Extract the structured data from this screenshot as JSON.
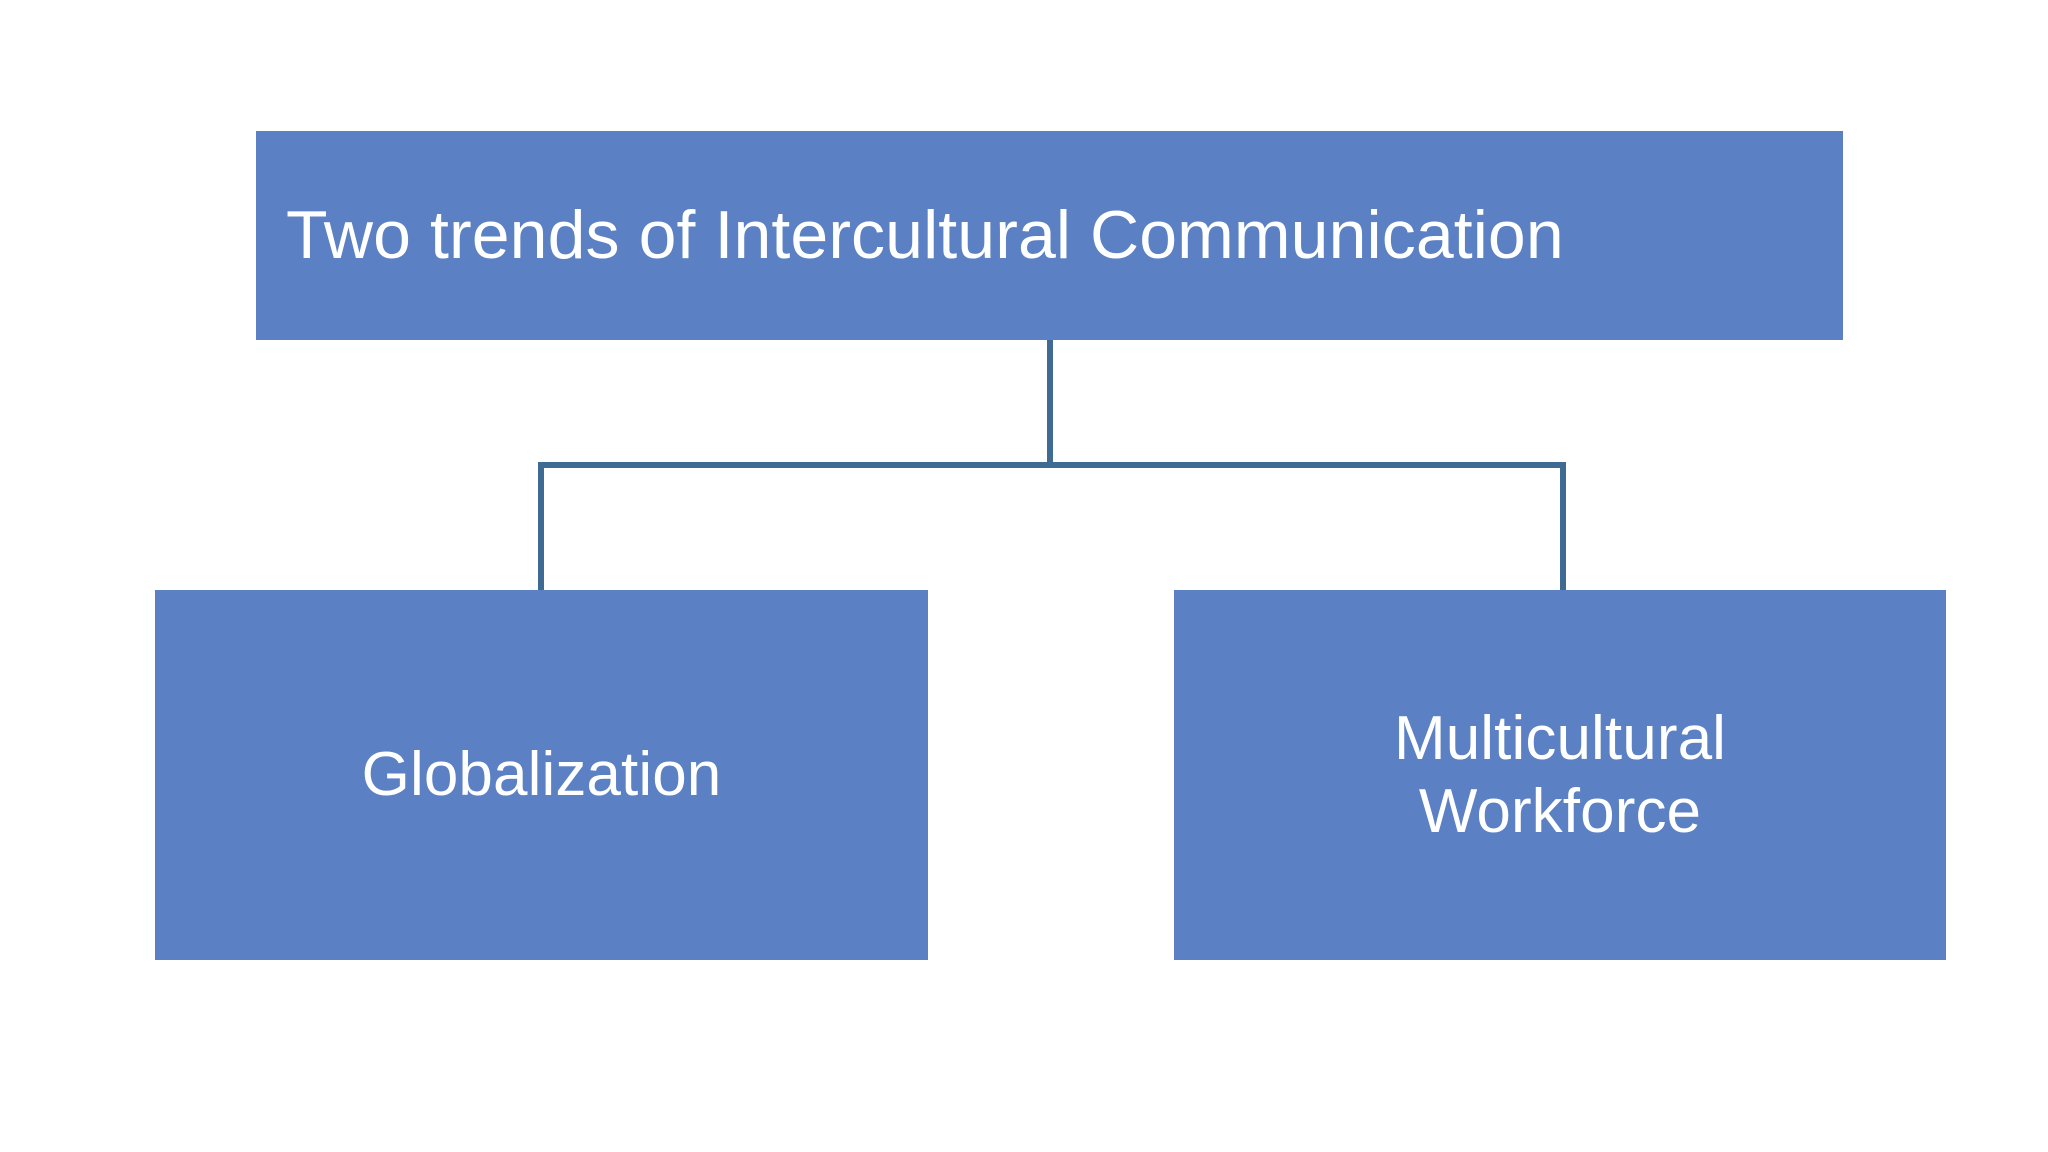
{
  "diagram": {
    "type": "organizational-tree",
    "background_color": "#ffffff",
    "node_fill_color": "#5b80c4",
    "node_text_color": "#ffffff",
    "connector_color": "#3e6a94",
    "root": {
      "label": "Two trends of Intercultural Communication",
      "text_align": "left"
    },
    "children": [
      {
        "label": "Globalization",
        "text_align": "center"
      },
      {
        "label": "Multicultural\nWorkforce",
        "text_align": "center"
      }
    ]
  }
}
